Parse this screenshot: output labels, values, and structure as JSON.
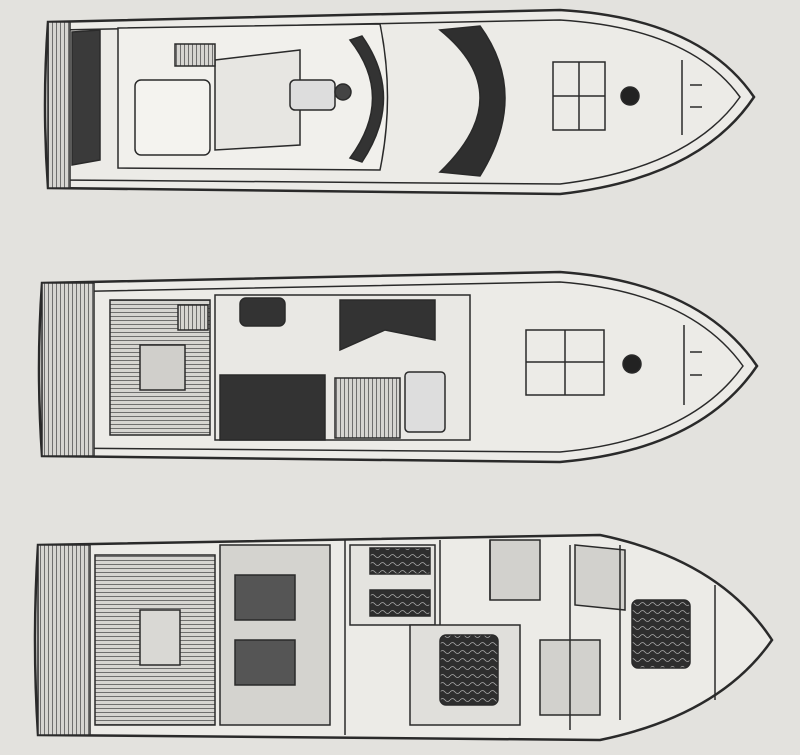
{
  "drawing": {
    "views": [
      {
        "id": "flybridge"
      },
      {
        "id": "main-deck"
      },
      {
        "id": "lower-deck"
      }
    ],
    "colors": {
      "paper": "#e3e2de",
      "line": "#2a2a2a",
      "dark_fill": "#3a3a3a",
      "mid_fill": "#9a9a98",
      "light_fill": "#efeeea"
    }
  }
}
